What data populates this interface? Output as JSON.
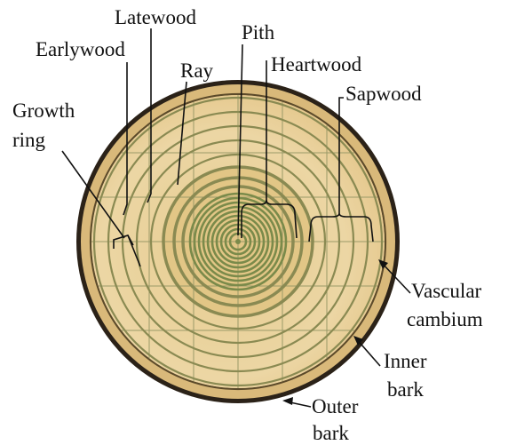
{
  "diagram": {
    "labels": {
      "latewood": "Latewood",
      "earlywood": "Earlywood",
      "pith": "Pith",
      "heartwood": "Heartwood",
      "ray": "Ray",
      "sapwood": "Sapwood",
      "growth_ring_line1": "Growth",
      "growth_ring_line2": "ring",
      "vascular_cambium_line1": "Vascular",
      "vascular_cambium_line2": "cambium",
      "inner_bark_line1": "Inner",
      "inner_bark_line2": "bark",
      "outer_bark_line1": "Outer",
      "outer_bark_line2": "bark"
    },
    "colors": {
      "outer_bark": "#2b2218",
      "inner_bark": "#d9b97a",
      "sapwood": "#ecd5a0",
      "heartwood": "#e3c789",
      "ring_line": "#8a8a52",
      "ray_line": "#9a9a68",
      "pith_ring": "#7a8a4a"
    }
  }
}
